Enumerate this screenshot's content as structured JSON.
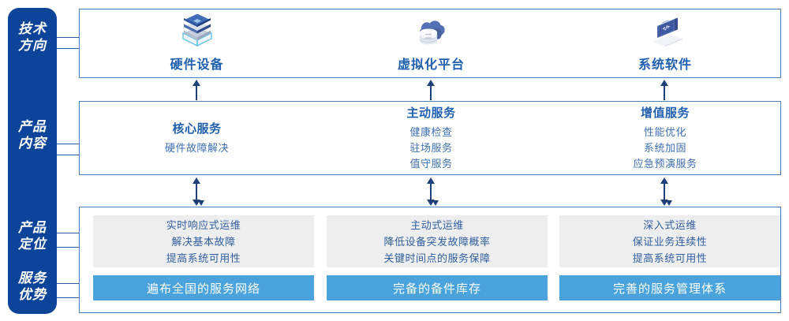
{
  "colors": {
    "rail_blue": "#0b4499",
    "panel_border": "#4a7ebb",
    "title_blue": "#1f5fb0",
    "body_blue": "#3c6fb3",
    "gray_box": "#eeeeee",
    "bar_blue": "#4aa3dc",
    "arrow": "#1f3f7a"
  },
  "rail": {
    "items": [
      {
        "name": "tech-direction",
        "line1": "技术",
        "line2": "方向"
      },
      {
        "name": "product-content",
        "line1": "产品",
        "line2": "内容"
      },
      {
        "name": "product-position",
        "line1": "产品",
        "line2": "定位"
      },
      {
        "name": "service-advantage",
        "line1": "服务",
        "line2": "优势"
      }
    ]
  },
  "tech_direction": {
    "columns": [
      {
        "icon": "server-stack-icon",
        "title": "硬件设备"
      },
      {
        "icon": "cloud-database-icon",
        "title": "虚拟化平台"
      },
      {
        "icon": "code-software-icon",
        "title": "系统软件"
      }
    ]
  },
  "product_content": {
    "columns": [
      {
        "heading": "核心服务",
        "lines": [
          "硬件故障解决"
        ]
      },
      {
        "heading": "主动服务",
        "lines": [
          "健康检查",
          "驻场服务",
          "值守服务"
        ]
      },
      {
        "heading": "增值服务",
        "lines": [
          "性能优化",
          "系统加固",
          "应急预演服务"
        ]
      }
    ]
  },
  "product_position": {
    "columns": [
      {
        "lines": [
          "实时响应式运维",
          "解决基本故障",
          "提高系统可用性"
        ]
      },
      {
        "lines": [
          "主动式运维",
          "降低设备突发故障概率",
          "关键时间点的服务保障"
        ]
      },
      {
        "lines": [
          "深入式运维",
          "保证业务连续性",
          "提高系统可用性"
        ]
      }
    ]
  },
  "service_advantage": {
    "bars": [
      {
        "label": "遍布全国的服务网络"
      },
      {
        "label": "完备的备件库存"
      },
      {
        "label": "完善的服务管理体系"
      }
    ]
  },
  "arrows": {
    "top_to_middle": {
      "icon": "arrow-up-icon",
      "count": 3
    },
    "middle_to_bottom": {
      "icon": "arrow-up-down-icon",
      "count": 3
    },
    "into_bottom": {
      "icon": "arrow-down-icon",
      "count": 3
    }
  }
}
